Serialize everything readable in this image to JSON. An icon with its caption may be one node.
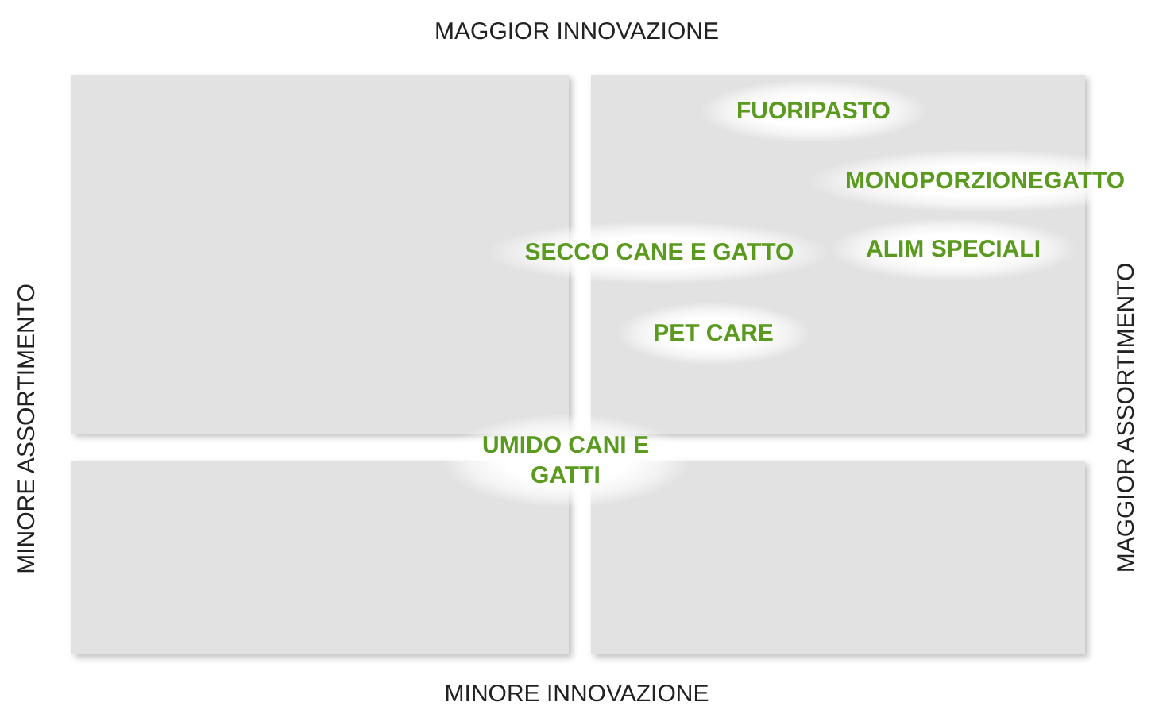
{
  "diagram": {
    "labels": [
      "MAGGIOR INNOVAZIONE",
      "FUORIPASTO",
      "MONOPORZIONEGATTO",
      "SECCO CANE E GATTO",
      "ALIM SPECIALI",
      "PET CARE",
      "UMIDO CANI E GATTI",
      "MINORE ASSORTIMENTO",
      "MAGGIOR ASSORTIMENTO",
      "MINORE INNOVAZIONE"
    ]
  }
}
